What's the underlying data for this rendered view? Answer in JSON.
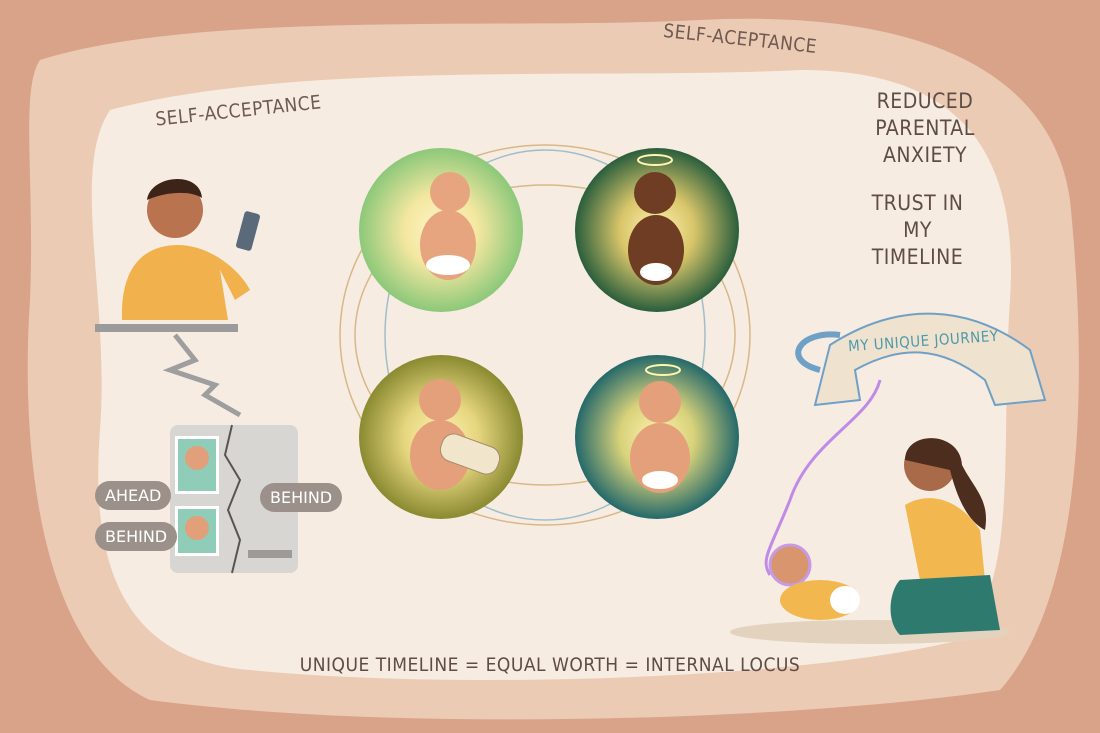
{
  "labels": {
    "self_acceptance_left": "SELF-ACCEPTANCE",
    "self_acceptance_top": "SELF-ACEPTANCE",
    "reduced_anxiety": "REDUCED PARENTAL ANXIETY",
    "trust_timeline": "TRUST IN MY TIMELINE",
    "banner": "MY UNIQUE JOURNEY",
    "footer": "UNIQUE TIMELINE = EQUAL WORTH = INTERNAL LOCUS"
  },
  "comparison_bubbles": [
    "AHEAD",
    "BEHIND",
    "BEHIND"
  ],
  "colors": {
    "background_outer": "#d9a38a",
    "background_inner": "#f6ece2",
    "orb_light_green": "#a9d68f",
    "orb_dark_green": "#2f6b45",
    "orb_olive": "#9a9a3a",
    "orb_teal": "#2d7a78",
    "banner_text": "#4f9aaa"
  }
}
